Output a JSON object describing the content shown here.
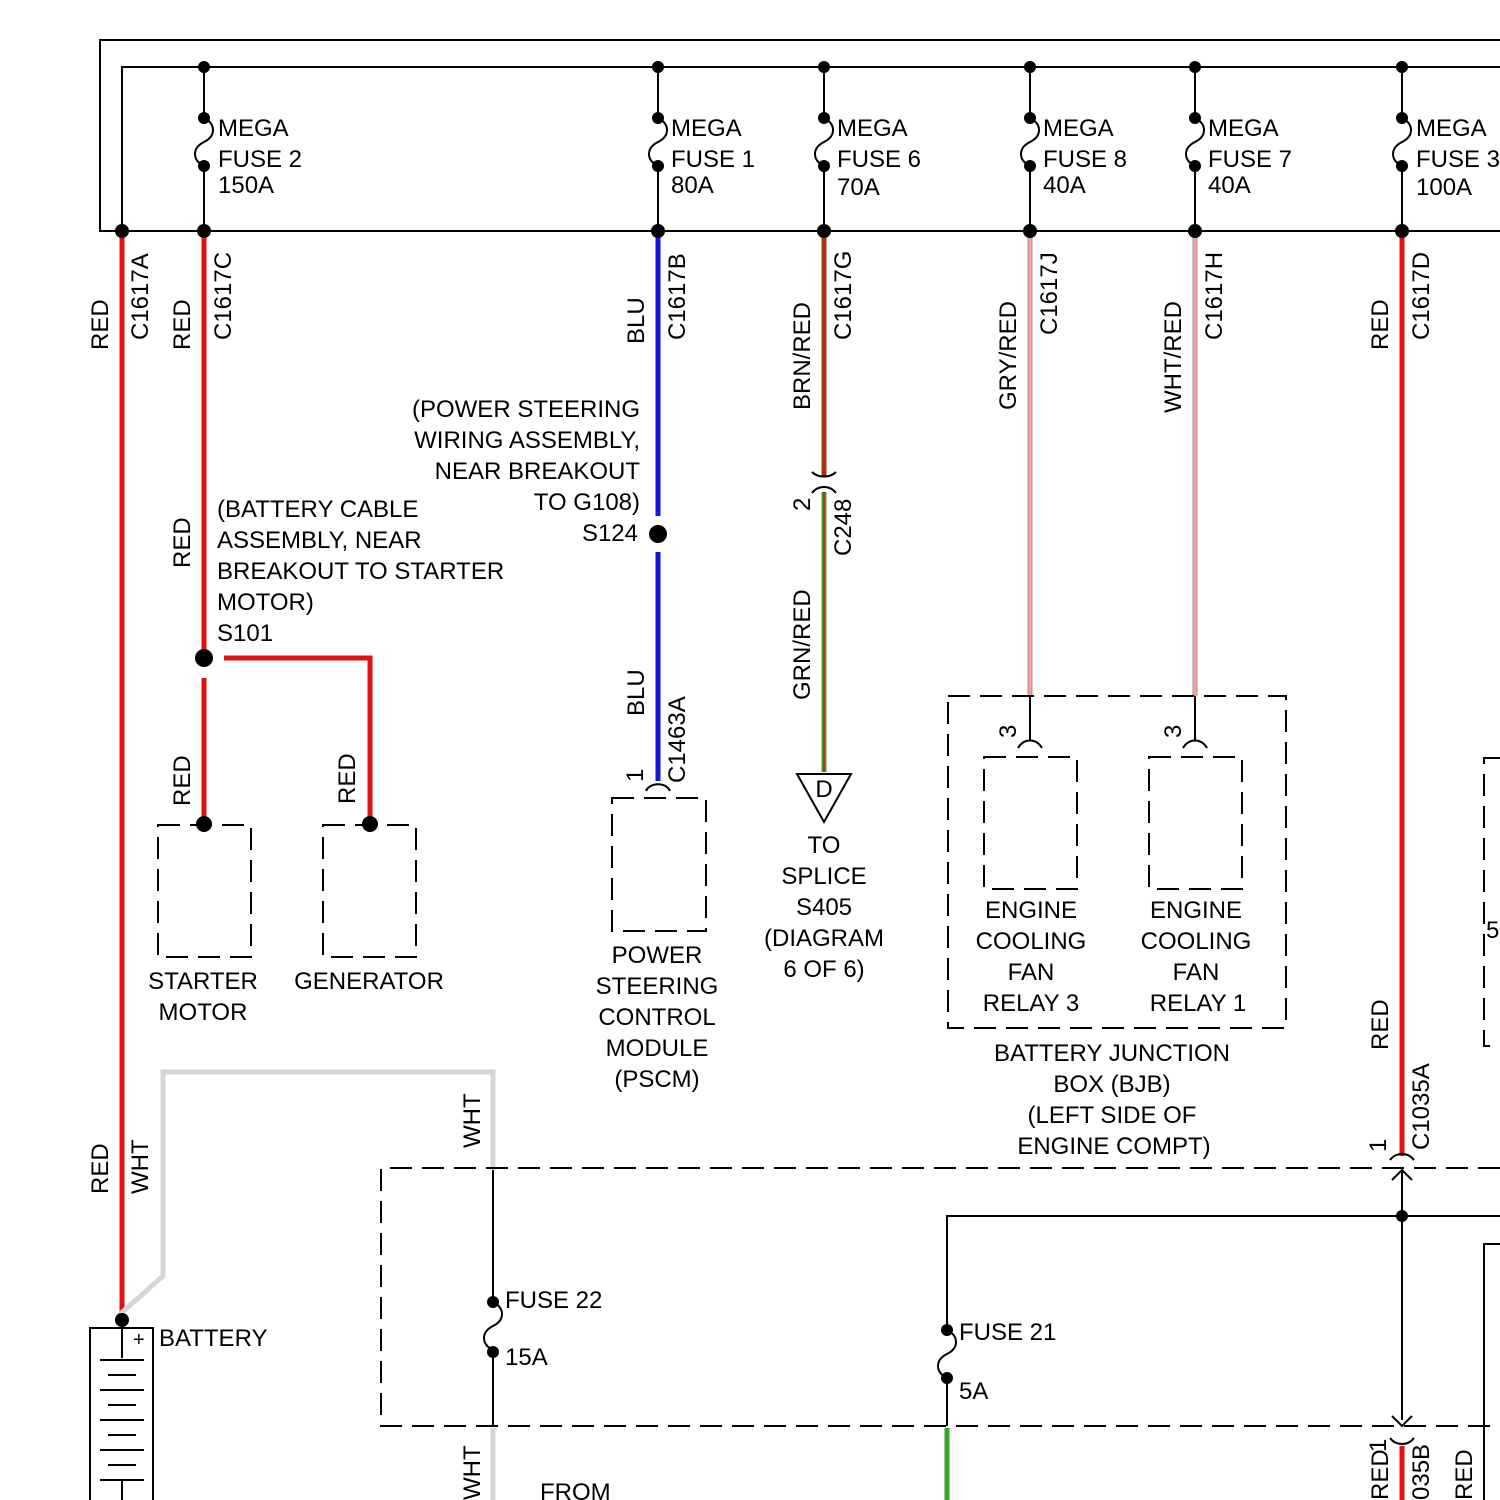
{
  "fuses": [
    {
      "line1": "MEGA",
      "line2": "FUSE 2",
      "rating": "150A",
      "connector": "C1617C",
      "wire_color": "RED"
    },
    {
      "line1": "MEGA",
      "line2": "FUSE 1",
      "rating": "80A",
      "connector": "C1617B",
      "wire_color": "BLU"
    },
    {
      "line1": "MEGA",
      "line2": "FUSE 6",
      "rating": "70A",
      "connector": "C1617G",
      "wire_color": "BRN/RED"
    },
    {
      "line1": "MEGA",
      "line2": "FUSE 8",
      "rating": "40A",
      "connector": "C1617J",
      "wire_color": "GRY/RED"
    },
    {
      "line1": "MEGA",
      "line2": "FUSE 7",
      "rating": "40A",
      "connector": "C1617H",
      "wire_color": "WHT/RED"
    },
    {
      "line1": "MEGA",
      "line2": "FUSE 3",
      "rating": "100A",
      "connector": "C1617D",
      "wire_color": "RED"
    }
  ],
  "feed": {
    "connector": "C1617A",
    "wire_color": "RED"
  },
  "splice_s101": {
    "lines": [
      "(BATTERY CABLE",
      "ASSEMBLY, NEAR",
      "BREAKOUT TO STARTER",
      "MOTOR)"
    ],
    "id": "S101",
    "wire_color": "RED"
  },
  "splice_s124": {
    "lines": [
      "(POWER STEERING",
      "WIRING ASSEMBLY,",
      "NEAR BREAKOUT",
      "TO G108)"
    ],
    "id": "S124"
  },
  "starter": {
    "wire_color": "RED",
    "label1": "STARTER",
    "label2": "MOTOR"
  },
  "generator": {
    "wire_color": "RED",
    "label": "GENERATOR"
  },
  "pscm": {
    "wire_color": "BLU",
    "connector": "C1463A",
    "pin": "1",
    "lines": [
      "POWER",
      "STEERING",
      "CONTROL",
      "MODULE",
      "(PSCM)"
    ]
  },
  "c248": {
    "pin": "2",
    "connector": "C248",
    "wire_color": "GRN/RED",
    "symbol": "D",
    "lines": [
      "TO",
      "SPLICE",
      "S405",
      "(DIAGRAM",
      "6 OF 6)"
    ]
  },
  "relay3": {
    "pin": "3",
    "lines": [
      "ENGINE",
      "COOLING",
      "FAN",
      "RELAY 3"
    ]
  },
  "relay1": {
    "pin": "3",
    "lines": [
      "ENGINE",
      "COOLING",
      "FAN",
      "RELAY 1"
    ]
  },
  "bjb": {
    "lines": [
      "BATTERY JUNCTION",
      "BOX (BJB)",
      "(LEFT SIDE OF",
      "ENGINE COMPT)"
    ]
  },
  "c1035a": {
    "wire_color": "RED",
    "connector": "C1035A",
    "pin": "1"
  },
  "battery": {
    "label": "BATTERY",
    "plus": "+",
    "wire1": "RED",
    "wire2": "WHT"
  },
  "fuse22": {
    "label": "FUSE 22",
    "rating": "15A",
    "wire_top": "WHT",
    "wire_bottom": "WHT"
  },
  "fuse21": {
    "label": "FUSE 21",
    "rating": "5A"
  },
  "bottom": {
    "pin": "1",
    "wire_a": "RED",
    "connector_partial": "035B",
    "wire_b": "RED",
    "from_text": "FROM"
  },
  "right_partial": "5",
  "colors": {
    "red": "#e01010",
    "blue": "#1616d8",
    "green": "#3aa32a",
    "brown": "#8a4a12",
    "grey_wire": "#d6d6d6"
  }
}
